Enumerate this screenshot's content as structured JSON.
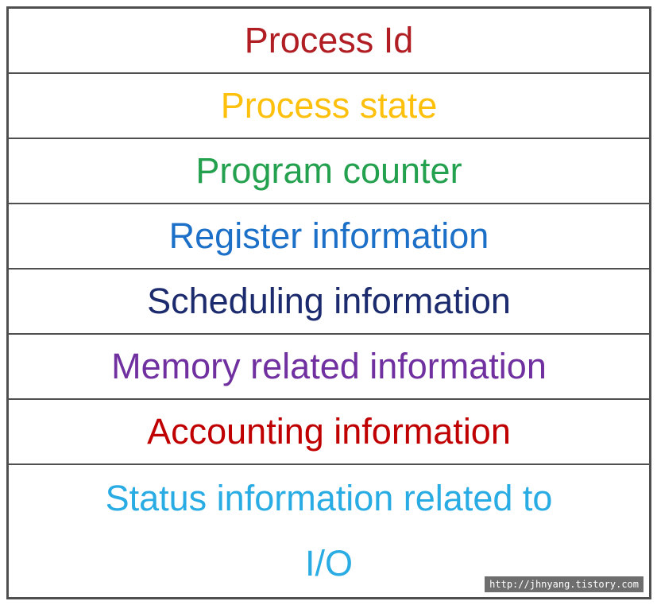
{
  "diagram": {
    "description": "Process Control Block contents table",
    "rows": [
      {
        "id": "process-id",
        "lines": [
          "Process Id"
        ],
        "color": "#b01e23"
      },
      {
        "id": "process-state",
        "lines": [
          "Process state"
        ],
        "color": "#fdc00d"
      },
      {
        "id": "program-counter",
        "lines": [
          "Program counter"
        ],
        "color": "#23a14e"
      },
      {
        "id": "register-information",
        "lines": [
          "Register information"
        ],
        "color": "#1c70c8"
      },
      {
        "id": "scheduling-information",
        "lines": [
          "Scheduling information"
        ],
        "color": "#1c2b6e"
      },
      {
        "id": "memory-related-information",
        "lines": [
          "Memory related information"
        ],
        "color": "#7030a0"
      },
      {
        "id": "accounting-information",
        "lines": [
          "Accounting information"
        ],
        "color": "#c00000"
      },
      {
        "id": "status-information-io",
        "lines": [
          "Status information related to",
          "I/O"
        ],
        "color": "#29ace3"
      }
    ]
  },
  "watermark": {
    "text": "http://jhnyang.tistory.com",
    "background": "#6e6e6e",
    "foreground": "#ffffff"
  },
  "colors": {
    "border": "#4f4f4f",
    "background": "#ffffff"
  }
}
